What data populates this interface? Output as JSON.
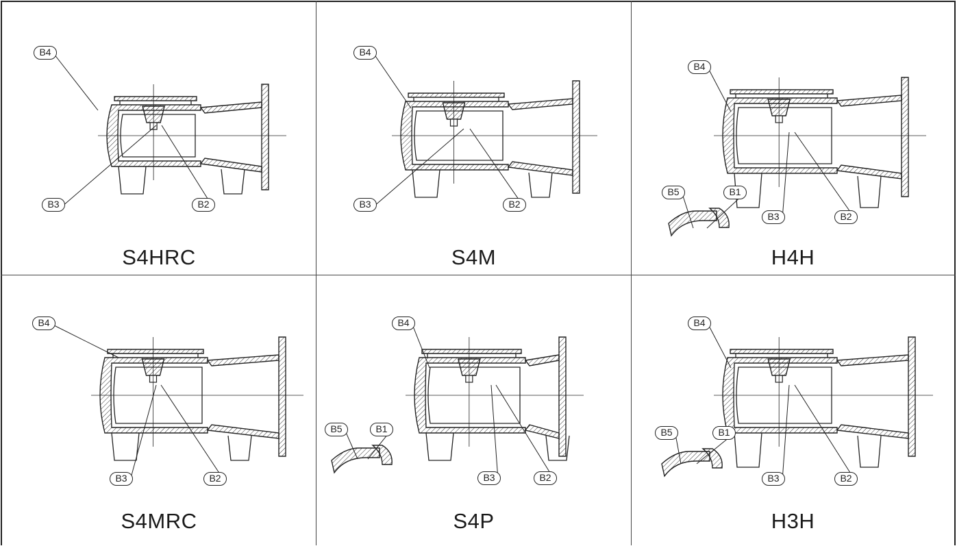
{
  "table": {
    "cells": [
      {
        "model": "S4HRC",
        "callouts": [
          "B4",
          "B3",
          "B2"
        ]
      },
      {
        "model": "S4M",
        "callouts": [
          "B4",
          "B3",
          "B2"
        ]
      },
      {
        "model": "H4H",
        "callouts": [
          "B4",
          "B5",
          "B1",
          "B3",
          "B2"
        ]
      },
      {
        "model": "S4MRC",
        "callouts": [
          "B4",
          "B3",
          "B2"
        ]
      },
      {
        "model": "S4P",
        "callouts": [
          "B4",
          "B5",
          "B1",
          "B3",
          "B2"
        ]
      },
      {
        "model": "H3H",
        "callouts": [
          "B4",
          "B5",
          "B1",
          "B3",
          "B2"
        ]
      }
    ]
  },
  "colors": {
    "line": "#222222",
    "hatch": "#333333",
    "background": "#ffffff"
  }
}
